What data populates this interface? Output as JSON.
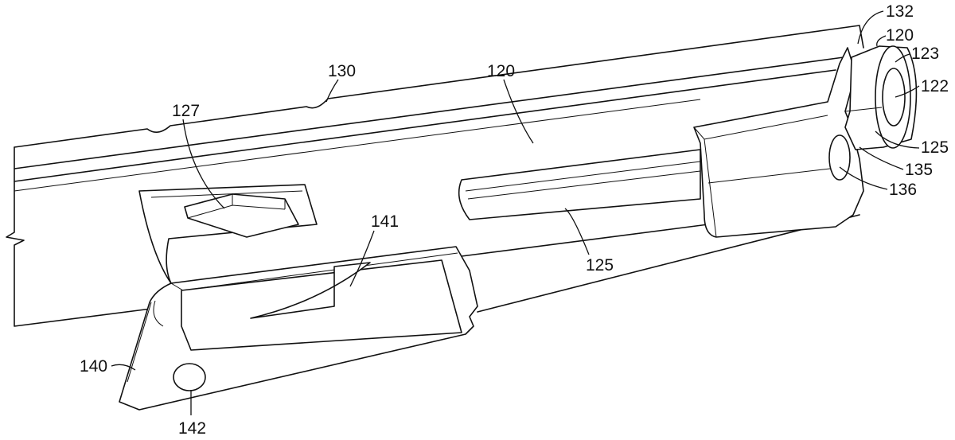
{
  "figure": {
    "labels": {
      "rail": "130",
      "end_cap": "132",
      "slide_top": "120",
      "slide_mid": "120",
      "ring": "123",
      "bore": "122",
      "flat_right": "125",
      "channel": "125",
      "notch_135": "135",
      "hole_136": "136",
      "tab": "127",
      "ramp": "141",
      "block": "140",
      "hole_142": "142"
    }
  }
}
